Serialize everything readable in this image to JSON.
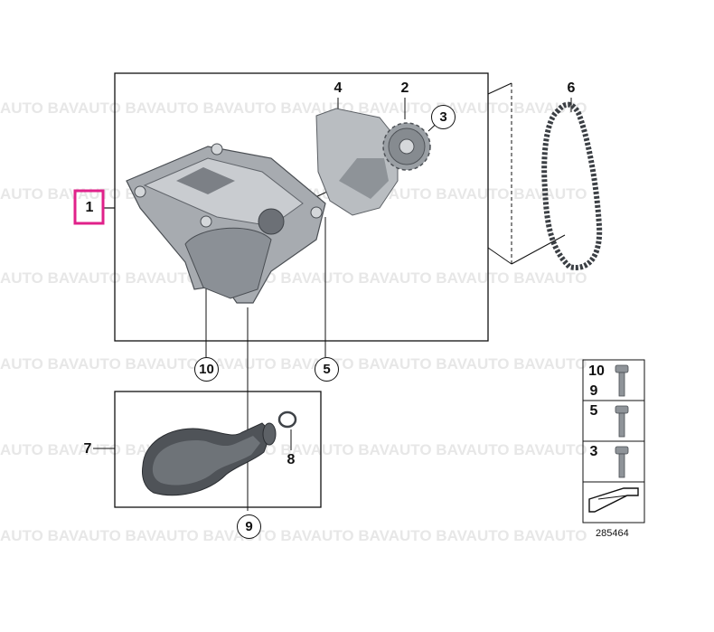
{
  "watermark": {
    "rows": [
      "AUTO BAVAUTO BAVAUTO BAVAUTO BAVAUTO BAVAUTO BAVAUTO BAVAUTO",
      "AUTO BAVAUTO BAVAUTO BAVAUTO BAVAUTO BAVAUTO BAVAUTO BAVAUTO",
      "AUTO BAVAUTO BAVAUTO BAVAUTO BAVAUTO BAVAUTO BAVAUTO BAVAUTO",
      "AUTO BAVAUTO BAVAUTO BAVAUTO BAVAUTO BAVAUTO BAVAUTO BAVAUTO",
      "AUTO BAVAUTO BAVAUTO BAVAUTO BAVAUTO BAVAUTO BAVAUTO BAVAUTO",
      "AUTO BAVAUTO BAVAUTO BAVAUTO BAVAUTO BAVAUTO BAVAUTO BAVAUTO"
    ]
  },
  "callouts": {
    "p1": "1",
    "p2": "2",
    "p3": "3",
    "p4": "4",
    "p5": "5",
    "p6": "6",
    "p7": "7",
    "p8": "8",
    "p9": "9",
    "p10": "10"
  },
  "legend": {
    "row1_top": "10",
    "row1_bottom": "9",
    "row2": "5",
    "row3": "3"
  },
  "reference_number": "285464",
  "colors": {
    "highlight": "#e0218a",
    "line": "#111111",
    "watermark": "#e7e7e7"
  }
}
